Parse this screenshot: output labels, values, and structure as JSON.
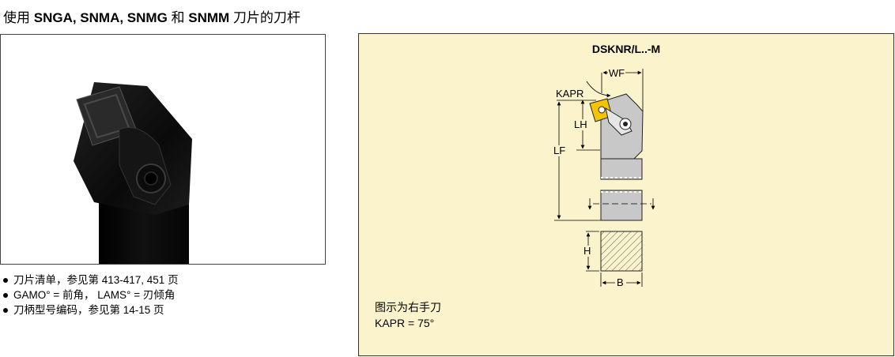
{
  "page": {
    "title_prefix": "使用 ",
    "title_codes": "SNGA, SNMA, SNMG",
    "title_mid": " 和 ",
    "title_code_last": "SNMM",
    "title_suffix": " 刀片的刀杆"
  },
  "info_list": [
    "刀片清单，参见第 413-417, 451 页",
    "GAMO° = 前角， LAMS° = 刃倾角",
    "刀柄型号编码，参见第 14-15 页"
  ],
  "drawing": {
    "title": "DSKNR/L..-M",
    "dims": {
      "wf": "WF",
      "kapr": "KAPR",
      "lh": "LH",
      "lf": "LF",
      "h": "H",
      "b": "B"
    },
    "caption_line1": "图示为右手刀",
    "caption_line2": "KAPR = 75°"
  },
  "colors": {
    "drawing_background": "#fbf3cc",
    "insert": "#f5c400",
    "holder": "#c8c8c8"
  }
}
